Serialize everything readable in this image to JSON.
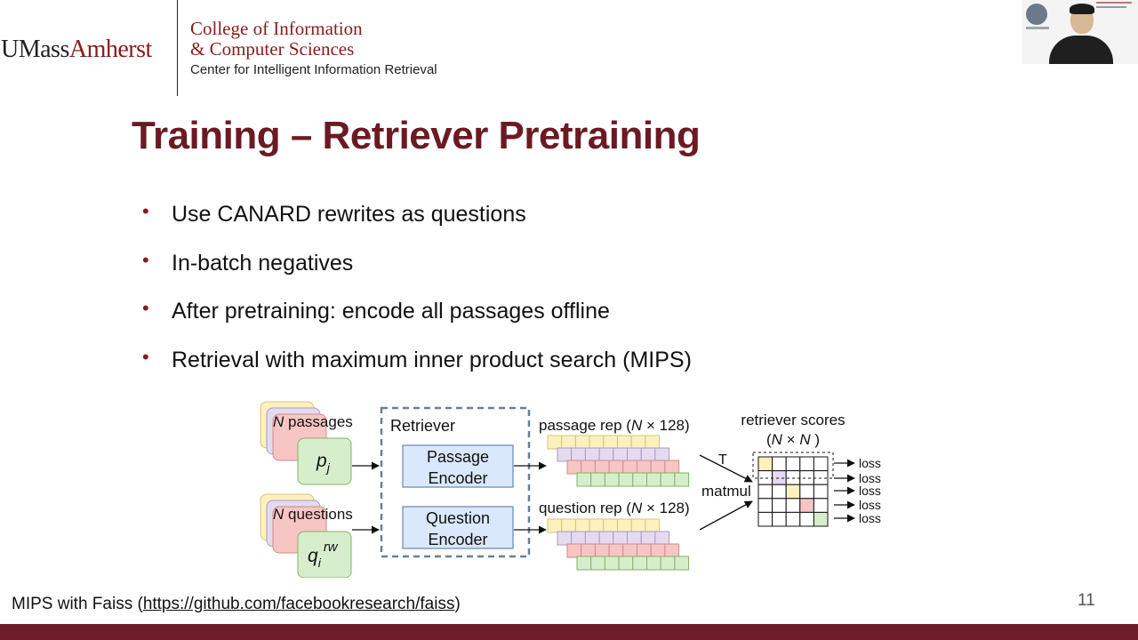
{
  "header": {
    "logo_umass": "UMass",
    "logo_amherst": "Amherst",
    "college_line1": "College of Information",
    "college_line2": "& Computer Sciences",
    "center": "Center for Intelligent Information Retrieval"
  },
  "slide": {
    "title": "Training – Retriever Pretraining",
    "bullets": [
      "Use CANARD rewrites as questions",
      "In-batch negatives",
      "After pretraining: encode all passages offline",
      "Retrieval with maximum inner product search (MIPS)"
    ],
    "footnote_prefix": "MIPS with Faiss (",
    "footnote_link": "https://github.com/facebookresearch/faiss",
    "footnote_suffix": ")",
    "page_number": "11"
  },
  "diagram": {
    "passages_label_var": "N",
    "passages_label_rest": " passages",
    "questions_label_var": "N",
    "questions_label_rest": " questions",
    "passage_symbol": "p",
    "passage_sub": "j",
    "question_symbol": "q",
    "question_sub": "i",
    "question_sup": "rw",
    "retriever_label": "Retriever",
    "passage_encoder_l1": "Passage",
    "passage_encoder_l2": "Encoder",
    "question_encoder_l1": "Question",
    "question_encoder_l2": "Encoder",
    "passage_rep_pre": "passage rep (",
    "question_rep_pre": "question rep (",
    "rep_var": "N",
    "rep_post": " × 128)",
    "transpose": "T",
    "matmul": "matmul",
    "scores_l1": "retriever scores",
    "scores_pre": "(",
    "scores_var1": "N",
    "scores_mid": " × ",
    "scores_var2": "N",
    "scores_post": " )",
    "loss_labels": [
      "loss",
      "loss",
      "loss",
      "loss",
      "loss"
    ],
    "colors": {
      "yellow": "#fdf1be",
      "purple": "#e4dbf0",
      "red": "#f7c6c4",
      "green": "#d7eecd",
      "encoder_fill": "#dae8fc",
      "encoder_stroke": "#6c8ebf",
      "retriever_stroke": "#6c7f93"
    }
  }
}
